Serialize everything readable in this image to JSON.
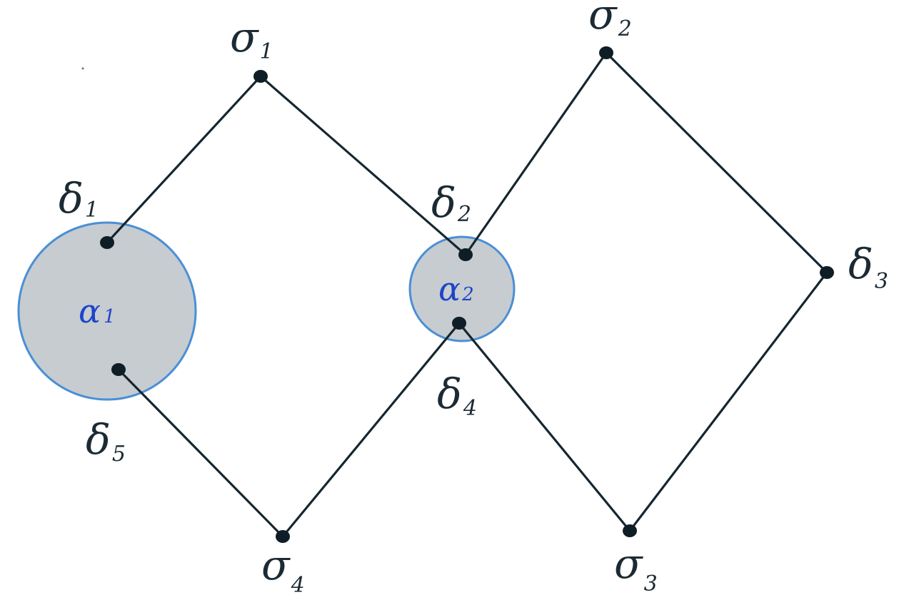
{
  "diagram": {
    "regions": [
      {
        "id": "alpha1",
        "label": "α",
        "sub": "1",
        "color_fill": "#c6ccd0",
        "color_stroke": "#4a8fd6"
      },
      {
        "id": "alpha2",
        "label": "α",
        "sub": "2",
        "color_fill": "#c6ccd0",
        "color_stroke": "#4a8fd6"
      }
    ],
    "nodes": [
      {
        "id": "sigma1",
        "label": "σ",
        "sub": "1"
      },
      {
        "id": "sigma2",
        "label": "σ",
        "sub": "2"
      },
      {
        "id": "sigma3",
        "label": "σ",
        "sub": "3"
      },
      {
        "id": "sigma4",
        "label": "σ",
        "sub": "4"
      },
      {
        "id": "delta1",
        "label": "δ",
        "sub": "1"
      },
      {
        "id": "delta2",
        "label": "δ",
        "sub": "2"
      },
      {
        "id": "delta3",
        "label": "δ",
        "sub": "3"
      },
      {
        "id": "delta4",
        "label": "δ",
        "sub": "4"
      },
      {
        "id": "delta5",
        "label": "δ",
        "sub": "5"
      }
    ],
    "edges": [
      [
        "delta1",
        "sigma1"
      ],
      [
        "sigma1",
        "delta2"
      ],
      [
        "delta2",
        "sigma2"
      ],
      [
        "sigma2",
        "delta3"
      ],
      [
        "delta3",
        "sigma3"
      ],
      [
        "sigma3",
        "delta4"
      ],
      [
        "delta4",
        "sigma4"
      ],
      [
        "sigma4",
        "delta5"
      ]
    ],
    "colors": {
      "edge": "#16262f",
      "node": "#0f1e26",
      "region_label": "#1f44c8"
    }
  }
}
